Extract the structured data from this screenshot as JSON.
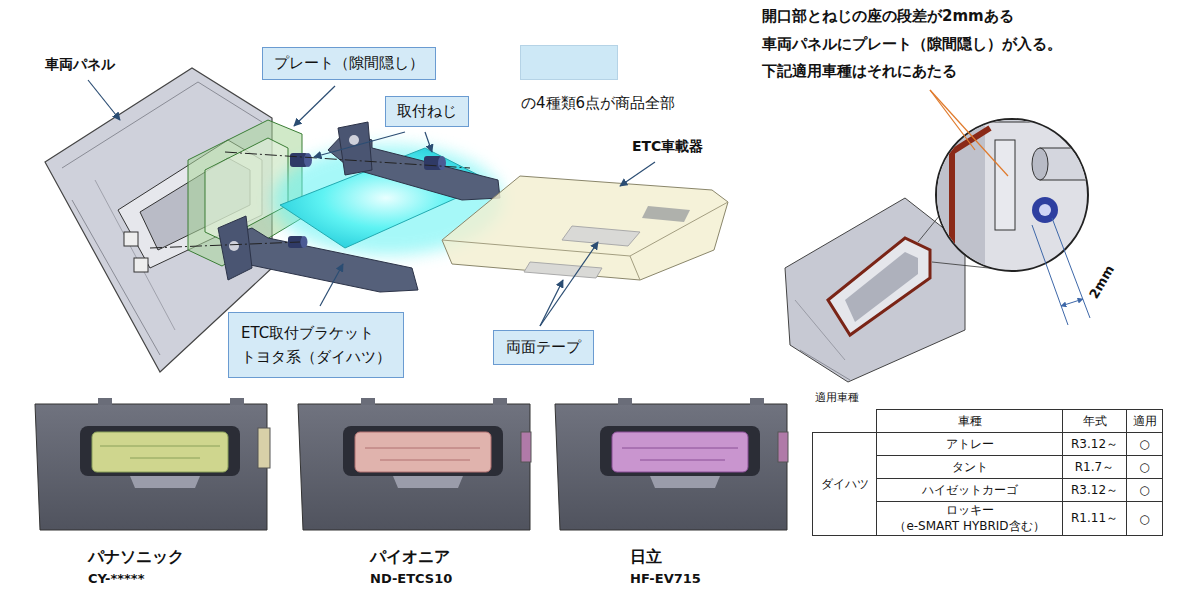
{
  "diagram": {
    "nodes": [
      {
        "text": [
          "プレート（隙間隠し）"
        ]
      },
      {
        "text": [
          "取付ねじ"
        ]
      },
      {
        "text": [
          "ETC取付ブラケット",
          "トヨタ系（ダイハツ）"
        ]
      },
      {
        "text": [
          "両面テープ"
        ]
      }
    ],
    "labels": [
      "車両パネル",
      "ETC車載器",
      "開口部とねじの座の段差が2mmある",
      "車両パネルにプレート（隙間隠し）が入る。",
      "下記適用車種はそれにあたる",
      "2mm",
      "パナソニック",
      "CY-*****",
      "パイオニア",
      "ND-ETCS10",
      "日立",
      "HF-EV715",
      "適用車種",
      "車種",
      "年式",
      "適用",
      "ダイハツ",
      "アトレー",
      "R3.12～",
      "○",
      "タント",
      "R1.7～",
      "○",
      "ハイゼットカーゴ",
      "R3.12～",
      "○",
      "ロッキー",
      "（e-SMART HYBRID含む）",
      "R1.11～",
      "○"
    ],
    "legend": [
      {
        "text": "の4種類6点が商品全部",
        "color": "#cde8f6"
      }
    ]
  }
}
